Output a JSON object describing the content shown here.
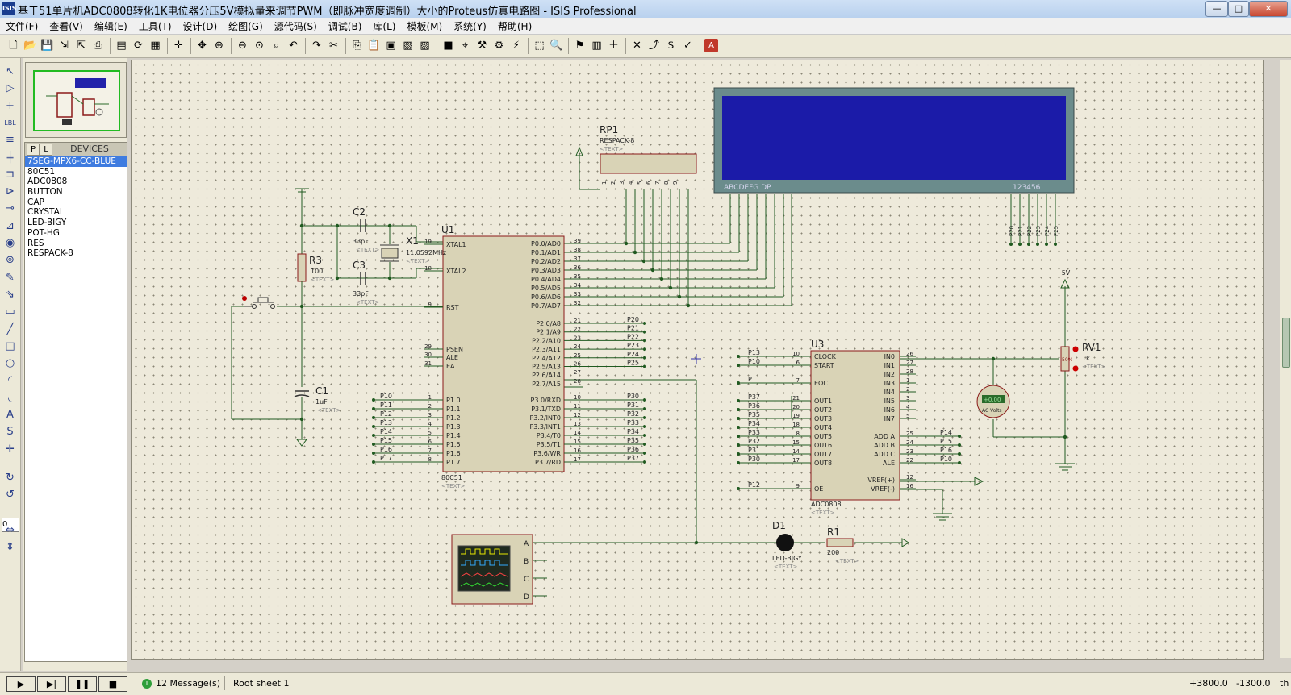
{
  "window": {
    "app_icon": "ISIS",
    "title": "基于51单片机ADC0808转化1K电位器分压5V模拟量来调节PWM（即脉冲宽度调制）大小的Proteus仿真电路图 - ISIS Professional",
    "buttons": {
      "minimize": "—",
      "maximize": "□",
      "close": "✕"
    }
  },
  "menu": [
    "文件(F)",
    "查看(V)",
    "编辑(E)",
    "工具(T)",
    "设计(D)",
    "绘图(G)",
    "源代码(S)",
    "调试(B)",
    "库(L)",
    "模板(M)",
    "系统(Y)",
    "帮助(H)"
  ],
  "toolbar_icons": [
    "new-file-icon",
    "open-folder-icon",
    "save-icon",
    "import-icon",
    "export-icon",
    "print-icon",
    "print-area-icon",
    "refresh-icon",
    "grid-icon",
    "origin-icon",
    "pan-icon",
    "zoom-in-icon",
    "zoom-out-icon",
    "zoom-all-icon",
    "zoom-area-icon",
    "undo-icon",
    "redo-icon",
    "cut-icon",
    "copy-icon",
    "paste-icon",
    "block-copy-icon",
    "block-move-icon",
    "block-rotate-icon",
    "block-delete-icon",
    "pick-device-icon",
    "make-device-icon",
    "packaging-icon",
    "decompose-icon",
    "wire-autorouter-icon",
    "search-icon",
    "property-tool-icon",
    "netlist-icon",
    "new-sheet-icon",
    "remove-sheet-icon",
    "exit-to-parent-icon",
    "bill-of-materials-icon",
    "erc-icon",
    "ares-icon"
  ],
  "left_tools": [
    "selection-mode-icon",
    "component-mode-icon",
    "junction-dot-icon",
    "wire-label-icon",
    "text-script-icon",
    "bus-icon",
    "subcircuit-icon",
    "terminal-icon",
    "device-pin-icon",
    "graph-icon",
    "tape-recorder-icon",
    "generator-icon",
    "voltage-probe-icon",
    "current-probe-icon",
    "virtual-instrument-icon",
    "line-icon",
    "box-icon",
    "circle-icon",
    "arc-icon",
    "path-icon",
    "text-icon",
    "symbol-icon",
    "marker-icon",
    "rotate-cw-icon",
    "rotate-ccw-icon",
    "flip-horizontal-icon",
    "flip-vertical-icon"
  ],
  "rotation_value": "0",
  "panel": {
    "p_button": "P",
    "l_button": "L",
    "title": "DEVICES",
    "devices": [
      "7SEG-MPX6-CC-BLUE",
      "80C51",
      "ADC0808",
      "BUTTON",
      "CAP",
      "CRYSTAL",
      "LED-BIGY",
      "POT-HG",
      "RES",
      "RESPACK-8"
    ],
    "selected_index": 0
  },
  "schematic": {
    "text_placeholder": "<TEXT>",
    "u1": {
      "ref": "U1",
      "part": "80C51",
      "left_pins": [
        {
          "name": "XTAL1",
          "num": "19"
        },
        {
          "name": "XTAL2",
          "num": "18"
        },
        {
          "name": "RST",
          "num": "9"
        },
        {
          "name": "PSEN",
          "num": "29"
        },
        {
          "name": "ALE",
          "num": "30"
        },
        {
          "name": "EA",
          "num": "31"
        },
        {
          "name": "P1.0",
          "num": "1"
        },
        {
          "name": "P1.1",
          "num": "2"
        },
        {
          "name": "P1.2",
          "num": "3"
        },
        {
          "name": "P1.3",
          "num": "4"
        },
        {
          "name": "P1.4",
          "num": "5"
        },
        {
          "name": "P1.5",
          "num": "6"
        },
        {
          "name": "P1.6",
          "num": "7"
        },
        {
          "name": "P1.7",
          "num": "8"
        }
      ],
      "p0_pins": [
        {
          "name": "P0.0/AD0",
          "num": "39"
        },
        {
          "name": "P0.1/AD1",
          "num": "38"
        },
        {
          "name": "P0.2/AD2",
          "num": "37"
        },
        {
          "name": "P0.3/AD3",
          "num": "36"
        },
        {
          "name": "P0.4/AD4",
          "num": "35"
        },
        {
          "name": "P0.5/AD5",
          "num": "34"
        },
        {
          "name": "P0.6/AD6",
          "num": "33"
        },
        {
          "name": "P0.7/AD7",
          "num": "32"
        }
      ],
      "p2_pins": [
        {
          "name": "P2.0/A8",
          "num": "21",
          "net": "P20"
        },
        {
          "name": "P2.1/A9",
          "num": "22",
          "net": "P21"
        },
        {
          "name": "P2.2/A10",
          "num": "23",
          "net": "P22"
        },
        {
          "name": "P2.3/A11",
          "num": "24",
          "net": "P23"
        },
        {
          "name": "P2.4/A12",
          "num": "25",
          "net": "P24"
        },
        {
          "name": "P2.5/A13",
          "num": "26",
          "net": "P25"
        },
        {
          "name": "P2.6/A14",
          "num": "27",
          "net": ""
        },
        {
          "name": "P2.7/A15",
          "num": "28",
          "net": ""
        }
      ],
      "p3_pins": [
        {
          "name": "P3.0/RXD",
          "num": "10",
          "net": "P30"
        },
        {
          "name": "P3.1/TXD",
          "num": "11",
          "net": "P31"
        },
        {
          "name": "P3.2/INT0",
          "num": "12",
          "net": "P32"
        },
        {
          "name": "P3.3/INT1",
          "num": "13",
          "net": "P33"
        },
        {
          "name": "P3.4/T0",
          "num": "14",
          "net": "P34"
        },
        {
          "name": "P3.5/T1",
          "num": "15",
          "net": "P35"
        },
        {
          "name": "P3.6/WR",
          "num": "16",
          "net": "P36"
        },
        {
          "name": "P3.7/RD",
          "num": "17",
          "net": "P37"
        }
      ],
      "p1_nets": [
        "P10",
        "P11",
        "P12",
        "P13",
        "P14",
        "P15",
        "P16",
        "P17"
      ]
    },
    "u3": {
      "ref": "U3",
      "part": "ADC0808",
      "left_pins": [
        {
          "name": "CLOCK",
          "num": "10",
          "net": "P13"
        },
        {
          "name": "START",
          "num": "6",
          "net": "P10"
        },
        {
          "name": "EOC",
          "num": "7",
          "net": "P11"
        },
        {
          "name": "OUT1",
          "num": "21",
          "net": "P37"
        },
        {
          "name": "OUT2",
          "num": "20",
          "net": "P36"
        },
        {
          "name": "OUT3",
          "num": "19",
          "net": "P35"
        },
        {
          "name": "OUT4",
          "num": "18",
          "net": "P34"
        },
        {
          "name": "OUT5",
          "num": "8",
          "net": "P33"
        },
        {
          "name": "OUT6",
          "num": "15",
          "net": "P32"
        },
        {
          "name": "OUT7",
          "num": "14",
          "net": "P31"
        },
        {
          "name": "OUT8",
          "num": "17",
          "net": "P30"
        },
        {
          "name": "OE",
          "num": "9",
          "net": "P12"
        }
      ],
      "right_pins": [
        {
          "name": "IN0",
          "num": "26"
        },
        {
          "name": "IN1",
          "num": "27"
        },
        {
          "name": "IN2",
          "num": "28"
        },
        {
          "name": "IN3",
          "num": "1"
        },
        {
          "name": "IN4",
          "num": "2"
        },
        {
          "name": "IN5",
          "num": "3"
        },
        {
          "name": "IN6",
          "num": "4"
        },
        {
          "name": "IN7",
          "num": "5"
        },
        {
          "name": "ADD A",
          "num": "25",
          "net": "P14"
        },
        {
          "name": "ADD B",
          "num": "24",
          "net": "P15"
        },
        {
          "name": "ADD C",
          "num": "23",
          "net": "P16"
        },
        {
          "name": "ALE",
          "num": "22",
          "net": "P10"
        },
        {
          "name": "VREF(+)",
          "num": "12"
        },
        {
          "name": "VREF(-)",
          "num": "16"
        }
      ]
    },
    "rp1": {
      "ref": "RP1",
      "part": "RESPACK-8",
      "pins": [
        "1",
        "2",
        "3",
        "4",
        "5",
        "6",
        "7",
        "8",
        "9"
      ]
    },
    "display": {
      "seg_labels": "ABCDEFG  DP",
      "digit_labels": "123456",
      "nets": [
        "P20",
        "P21",
        "P22",
        "P23",
        "P24",
        "P25"
      ]
    },
    "x1": {
      "ref": "X1",
      "value": "11.0592MHz"
    },
    "c2": {
      "ref": "C2",
      "value": "33pF"
    },
    "c3": {
      "ref": "C3",
      "value": "33pF"
    },
    "c1": {
      "ref": "C1",
      "value": "1uF"
    },
    "r3": {
      "ref": "R3",
      "value": "100"
    },
    "r1": {
      "ref": "R1",
      "value": "200"
    },
    "d1": {
      "ref": "D1",
      "part": "LED-BIGY"
    },
    "rv1": {
      "ref": "RV1",
      "value": "1k",
      "dial": "50%"
    },
    "voltmeter": {
      "reading": "+0.00",
      "label": "AC Volts"
    },
    "vcc_label": "+5V",
    "scope_channels": [
      "A",
      "B",
      "C",
      "D"
    ]
  },
  "status": {
    "play_buttons": [
      "play-icon",
      "step-icon",
      "pause-icon",
      "stop-icon"
    ],
    "messages": "12 Message(s)",
    "sheet": "Root sheet 1",
    "coord_x": "+3800.0",
    "coord_y": "-1300.0",
    "units": "th"
  }
}
